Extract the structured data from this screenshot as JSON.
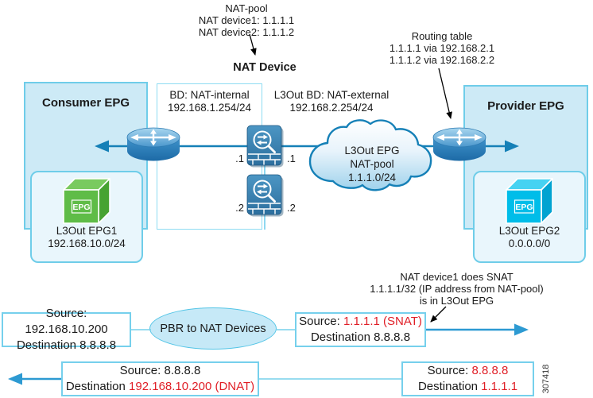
{
  "colors": {
    "main_line_blue": "#1580b7",
    "flow_arrow_blue": "#2d9ad2",
    "box_border_cyan": "#6fcde9",
    "epg_box_fill": "#cdeaf6",
    "highlight_red": "#e01e26",
    "cube_green": "#5fbc47",
    "cube_cyan": "#00bde9"
  },
  "annotations": {
    "nat_pool": {
      "title": "NAT-pool",
      "device1": "NAT device1: 1.1.1.1",
      "device2": "NAT device2: 1.1.1.2"
    },
    "nat_device_label": "NAT Device",
    "routing_table": {
      "title": "Routing table",
      "route1": "1.1.1.1 via 192.168.2.1",
      "route2": "1.1.1.2 via 192.168.2.2"
    },
    "snat_note": {
      "line1": "NAT device1 does SNAT",
      "line2": "1.1.1.1/32 (IP address from NAT-pool)",
      "line3": "is in L3Out EPG"
    },
    "figure_number": "307418"
  },
  "diagram": {
    "consumer_epg": {
      "title": "Consumer EPG",
      "epg_cube_label": "EPG",
      "epg_name": "L3Out EPG1",
      "epg_subnet": "192.168.10.0/24"
    },
    "provider_epg": {
      "title": "Provider EPG",
      "epg_cube_label": "EPG",
      "epg_name": "L3Out EPG2",
      "epg_subnet": "0.0.0.0/0"
    },
    "bd_internal": {
      "line1": "BD: NAT-internal",
      "line2": "192.168.1.254/24"
    },
    "bd_external": {
      "line1": "L3Out BD: NAT-external",
      "line2": "192.168.2.254/24"
    },
    "cloud": {
      "line1": "L3Out EPG",
      "line2": "NAT-pool",
      "line3": "1.1.1.0/24"
    },
    "firewalls": {
      "fw1_left": ".1",
      "fw1_right": ".1",
      "fw2_left": ".2",
      "fw2_right": ".2"
    }
  },
  "flows": {
    "outbound": {
      "source_box": {
        "source": "Source: 192.168.10.200",
        "destination": "Destination 8.8.8.8"
      },
      "pbr_label": "PBR to NAT Devices",
      "snat_box": {
        "source_prefix": "Source: ",
        "source_value": "1.1.1.1 (SNAT)",
        "destination": "Destination 8.8.8.8"
      }
    },
    "return_flow": {
      "dnat_box": {
        "source": "Source: 8.8.8.8",
        "destination_prefix": "Destination ",
        "destination_value": "192.168.10.200 (DNAT)"
      },
      "remote_box": {
        "source_prefix": "Source: ",
        "source_value": "8.8.8.8",
        "destination_prefix": "Destination ",
        "destination_value": "1.1.1.1"
      }
    }
  }
}
